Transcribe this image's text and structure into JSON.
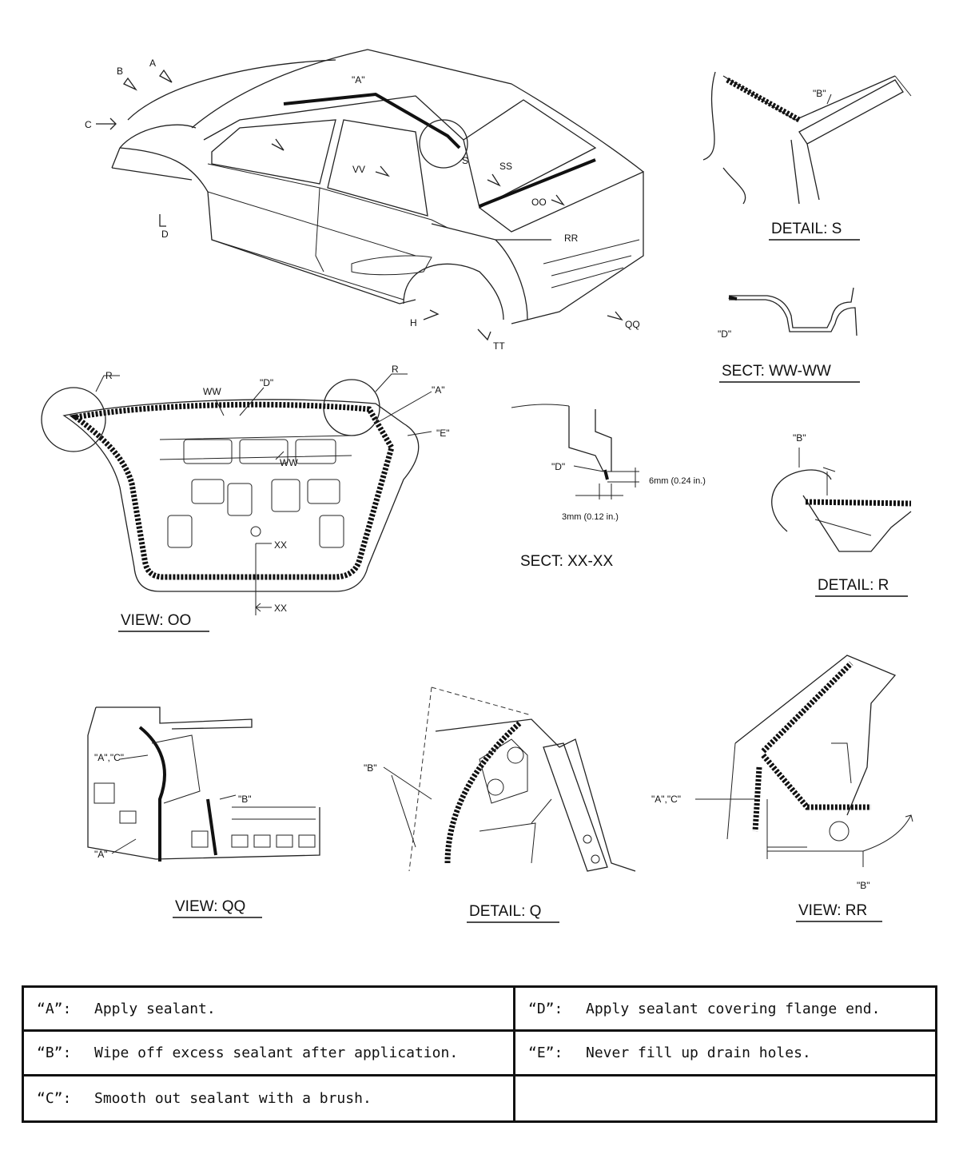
{
  "captions": {
    "detail_s": "DETAIL: S",
    "sect_ww": "SECT: WW-WW",
    "view_oo": "VIEW: OO",
    "sect_xx": "SECT: XX-XX",
    "detail_r": "DETAIL: R",
    "view_qq": "VIEW: QQ",
    "detail_q": "DETAIL: Q",
    "view_rr": "VIEW: RR"
  },
  "car_labels": {
    "a": "A",
    "b": "B",
    "c": "C",
    "d": "D",
    "h": "H",
    "a_quote": "\"A\"",
    "s": "S",
    "ss": "SS",
    "vv": "VV",
    "oo": "OO",
    "rr": "RR",
    "tt": "TT",
    "qq": "QQ"
  },
  "view_oo_labels": {
    "r_left": "R",
    "r_right": "R",
    "ww_top": "WW",
    "ww_mid": "WW",
    "d": "\"D\"",
    "a": "\"A\"",
    "e": "\"E\"",
    "xx_mid": "XX",
    "xx_bot": "XX"
  },
  "detail_s_labels": {
    "b": "\"B\""
  },
  "sect_ww_labels": {
    "d": "\"D\""
  },
  "sect_xx_labels": {
    "d": "\"D\"",
    "dim1": "6mm (0.24 in.)",
    "dim2": "3mm (0.12 in.)"
  },
  "detail_r_labels": {
    "b": "\"B\""
  },
  "view_qq_labels": {
    "ac": "\"A\",\"C\"",
    "b": "\"B\"",
    "a": "\"A\""
  },
  "detail_q_labels": {
    "b": "\"B\""
  },
  "view_rr_labels": {
    "ac": "\"A\",\"C\"",
    "b": "\"B\""
  },
  "legend": [
    {
      "key": "“A”:",
      "text": "Apply sealant."
    },
    {
      "key": "“D”:",
      "text": "Apply sealant covering flange end."
    },
    {
      "key": "“B”:",
      "text": "Wipe off excess sealant after application."
    },
    {
      "key": "“E”:",
      "text": "Never fill up drain holes."
    },
    {
      "key": "“C”:",
      "text": "Smooth out sealant with a brush."
    },
    {
      "key": "",
      "text": ""
    }
  ]
}
